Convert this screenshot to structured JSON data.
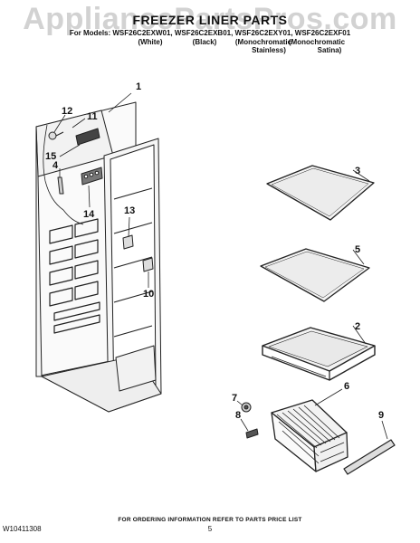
{
  "watermark": "AppliancePartsPros.com",
  "header": {
    "title": "FREEZER LINER PARTS",
    "models": "For Models: WSF26C2EXW01, WSF26C2EXB01, WSF26C2EXY01, WSF26C2EXF01",
    "columns": [
      {
        "line1": "(White)",
        "line2": ""
      },
      {
        "line1": "(Black)",
        "line2": ""
      },
      {
        "line1": "(Monochromatic",
        "line2": "Stainless)"
      },
      {
        "line1": "(Monochromatic",
        "line2": "Satina)"
      }
    ]
  },
  "callouts": [
    "1",
    "2",
    "3",
    "4",
    "5",
    "6",
    "7",
    "8",
    "9",
    "10",
    "11",
    "12",
    "13",
    "14",
    "15"
  ],
  "footer": {
    "info": "FOR ORDERING INFORMATION REFER TO PARTS PRICE LIST",
    "doc_number": "W10411308",
    "page": "5"
  }
}
